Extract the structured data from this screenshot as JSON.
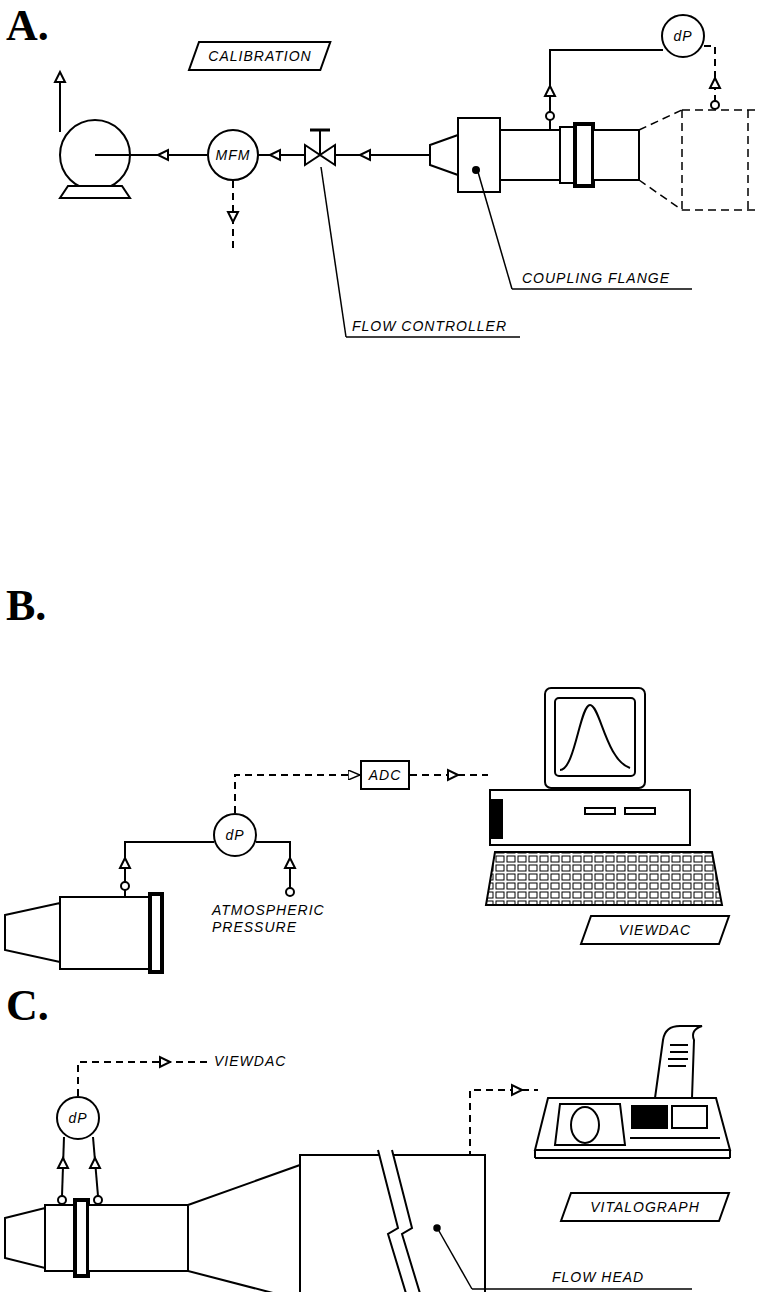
{
  "diagram": {
    "nodes": [
      {
        "text": [
          "CALIBRATION"
        ]
      },
      {
        "text": [
          "dP"
        ]
      },
      {
        "text": [
          "MFM"
        ]
      },
      {
        "text": [
          "ADC"
        ]
      },
      {
        "text": [
          "dP"
        ]
      },
      {
        "text": [
          "VIEWDAC"
        ]
      },
      {
        "text": [
          "dP"
        ]
      },
      {
        "text": [
          "VITALOGRAPH"
        ]
      }
    ],
    "edges": [
      {
        "from": 4,
        "to": 3,
        "arrow": "to"
      }
    ],
    "labels": [
      "A.",
      "COUPLING FLANGE",
      "FLOW CONTROLLER",
      "B.",
      "ATMOSPHERIC PRESSURE",
      "C.",
      "VIEWDAC",
      "FLOW HEAD"
    ]
  }
}
